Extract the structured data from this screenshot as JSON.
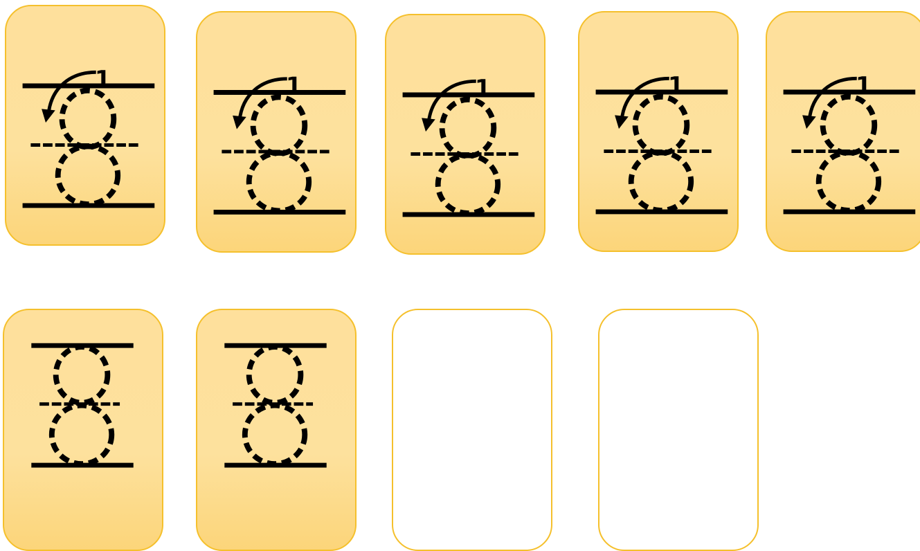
{
  "worksheet": {
    "digit": "8",
    "stroke_start_label": "1",
    "accent_color": "#f5c02c",
    "card_fill_color": "#fde19d",
    "ink_color": "#000000",
    "rows": [
      {
        "cards": [
          {
            "kind": "guided-8",
            "filled": true
          },
          {
            "kind": "guided-8",
            "filled": true
          },
          {
            "kind": "guided-8",
            "filled": true
          },
          {
            "kind": "guided-8",
            "filled": true
          },
          {
            "kind": "guided-8",
            "filled": true
          }
        ]
      },
      {
        "cards": [
          {
            "kind": "dotted-8",
            "filled": true
          },
          {
            "kind": "dotted-8",
            "filled": true
          },
          {
            "kind": "blank",
            "filled": false
          },
          {
            "kind": "blank",
            "filled": false
          }
        ]
      }
    ]
  }
}
